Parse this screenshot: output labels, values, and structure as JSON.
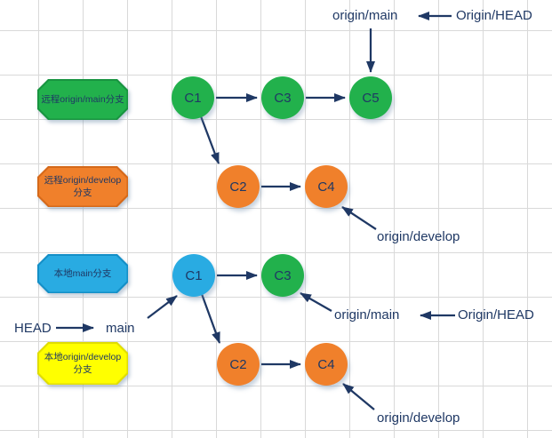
{
  "diagram": {
    "type": "git-branches-diagram",
    "colors": {
      "green": "#22b14c",
      "orange": "#f0802b",
      "blue": "#29abe2",
      "yellow": "#ffff00",
      "navy_text_arrows": "#1f3864",
      "grid_line": "#d9d9d9",
      "background": "#ffffff"
    },
    "badges": [
      {
        "id": "remote-main",
        "label": "远程origin/main分支",
        "color": "#22b14c"
      },
      {
        "id": "remote-develop",
        "label": "远程origin/develop分支",
        "color": "#f0802b"
      },
      {
        "id": "local-main",
        "label": "本地main分支",
        "color": "#29abe2"
      },
      {
        "id": "local-develop",
        "label": "本地origin/develop分支",
        "color": "#ffff00"
      }
    ],
    "remote": {
      "main_commits": {
        "c1": "C1",
        "c3": "C3",
        "c5": "C5"
      },
      "develop_commits": {
        "c2": "C2",
        "c4": "C4"
      },
      "labels": {
        "origin_main": "origin/main",
        "origin_head": "Origin/HEAD",
        "origin_develop": "origin/develop"
      }
    },
    "local": {
      "main_commits": {
        "c1": "C1",
        "c3": "C3"
      },
      "develop_commits": {
        "c2": "C2",
        "c4": "C4"
      },
      "labels": {
        "head": "HEAD",
        "main": "main",
        "origin_main": "origin/main",
        "origin_head": "Origin/HEAD",
        "origin_develop": "origin/develop"
      }
    },
    "edges": [
      "remote:C1->C3",
      "remote:C3->C5",
      "remote:C1->C2",
      "remote:C2->C4",
      "remote:origin/main->C5",
      "remote:Origin/HEAD->origin/main",
      "remote:origin/develop->C4",
      "local:HEAD->main",
      "local:main->C1",
      "local:C1->C3",
      "local:C1->C2",
      "local:C2->C4",
      "local:origin/main->C3",
      "local:Origin/HEAD->origin/main",
      "local:origin/develop->C4"
    ]
  }
}
